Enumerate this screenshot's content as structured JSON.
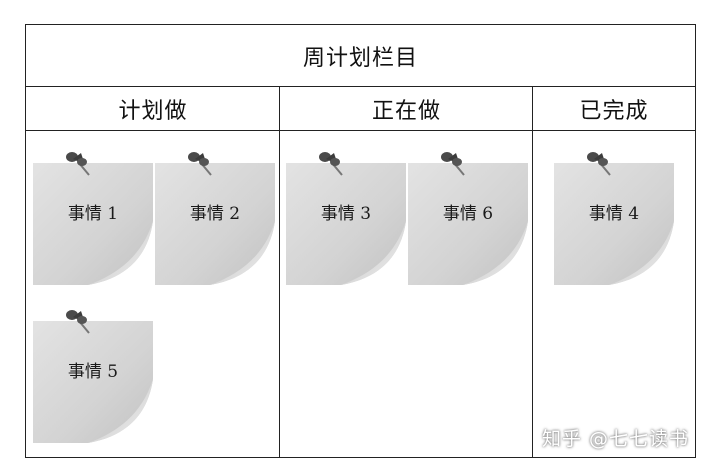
{
  "board": {
    "title": "周计划栏目",
    "columns": [
      {
        "label": "计划做"
      },
      {
        "label": "正在做"
      },
      {
        "label": "已完成"
      }
    ]
  },
  "notes": [
    {
      "label": "事情 1"
    },
    {
      "label": "事情 2"
    },
    {
      "label": "事情 5"
    },
    {
      "label": "事情 3"
    },
    {
      "label": "事情 6"
    },
    {
      "label": "事情 4"
    }
  ],
  "watermark": "知乎 @七七读书",
  "colors": {
    "paper": "#d7d7d7",
    "pin": "#4a4a4a",
    "border": "#222222"
  }
}
